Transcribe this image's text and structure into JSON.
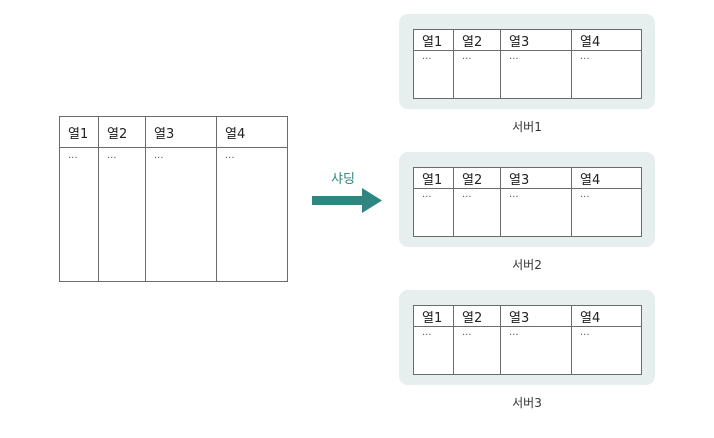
{
  "source_table": {
    "columns": [
      "열1",
      "열2",
      "열3",
      "열4"
    ],
    "rows": [
      [
        "···",
        "···",
        "···",
        "···"
      ]
    ]
  },
  "arrow": {
    "label": "샤딩",
    "color": "#2f8580"
  },
  "servers": [
    {
      "label": "서버1",
      "columns": [
        "열1",
        "열2",
        "열3",
        "열4"
      ],
      "rows": [
        [
          "···",
          "···",
          "···",
          "···"
        ]
      ]
    },
    {
      "label": "서버2",
      "columns": [
        "열1",
        "열2",
        "열3",
        "열4"
      ],
      "rows": [
        [
          "···",
          "···",
          "···",
          "···"
        ]
      ]
    },
    {
      "label": "서버3",
      "columns": [
        "열1",
        "열2",
        "열3",
        "열4"
      ],
      "rows": [
        [
          "···",
          "···",
          "···",
          "···"
        ]
      ]
    }
  ],
  "colors": {
    "server_background": "#e6eeee",
    "table_border": "#6b6b6b",
    "arrow": "#2f8580"
  }
}
